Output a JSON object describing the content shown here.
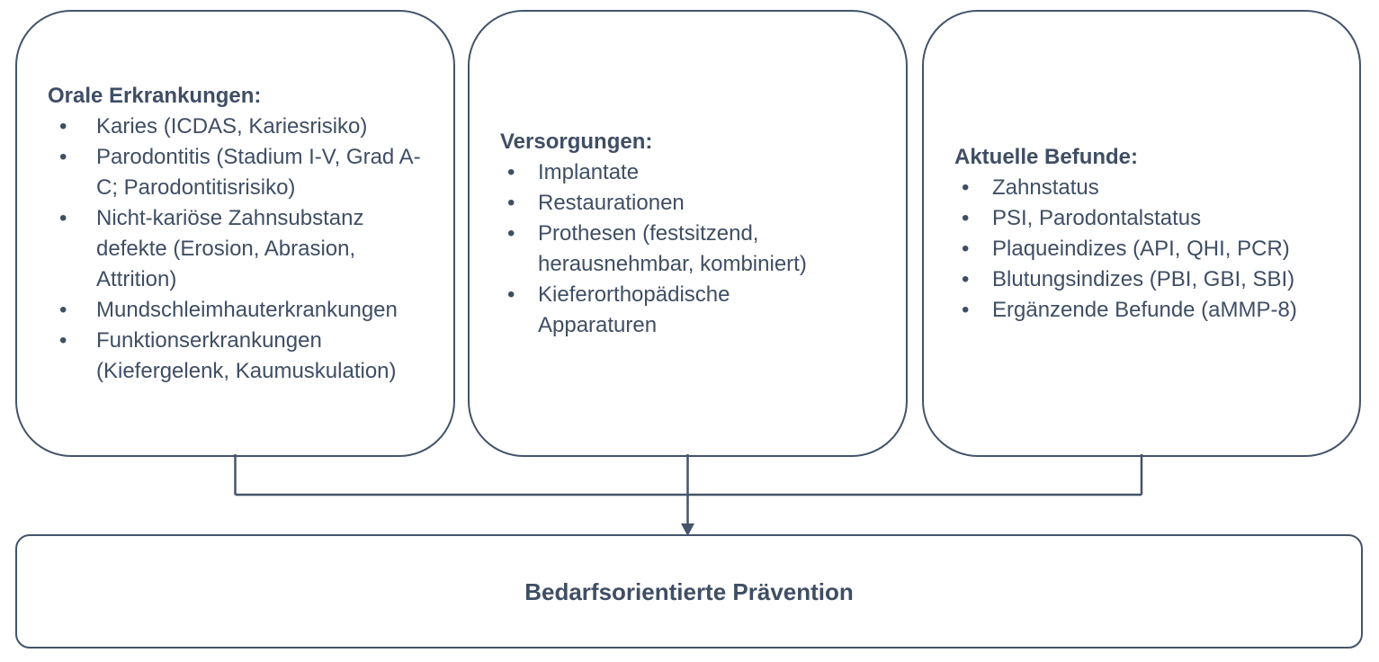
{
  "diagram": {
    "boxes": [
      {
        "title": "Orale Erkrankungen:",
        "items": [
          "Karies (ICDAS, Kariesrisiko)",
          "Parodontitis (Stadium I-V, Grad A-C; Parodontitisrisiko)",
          "Nicht-kariöse Zahnsubstanz defekte (Erosion, Abrasion, Attrition)",
          "Mundschleimhauterkrankungen",
          "Funktionserkrankungen (Kiefergelenk, Kaumuskulation)"
        ]
      },
      {
        "title": "Versorgungen:",
        "items": [
          "Implantate",
          "Restaurationen",
          "Prothesen (festsitzend, herausnehmbar, kombiniert)",
          "Kieferorthopädische Apparaturen"
        ]
      },
      {
        "title": "Aktuelle Befunde:",
        "items": [
          "Zahnstatus",
          "PSI, Parodontalstatus",
          "Plaqueindizes (API, QHI, PCR)",
          "Blutungsindizes (PBI, GBI, SBI)",
          "Ergänzende Befunde (aMMP-8)"
        ]
      }
    ],
    "result_box": {
      "label": "Bedarfsorientierte Prävention"
    },
    "colors": {
      "line": "#44546A",
      "text": "#3F4E64",
      "background": "#FFFFFF"
    }
  }
}
